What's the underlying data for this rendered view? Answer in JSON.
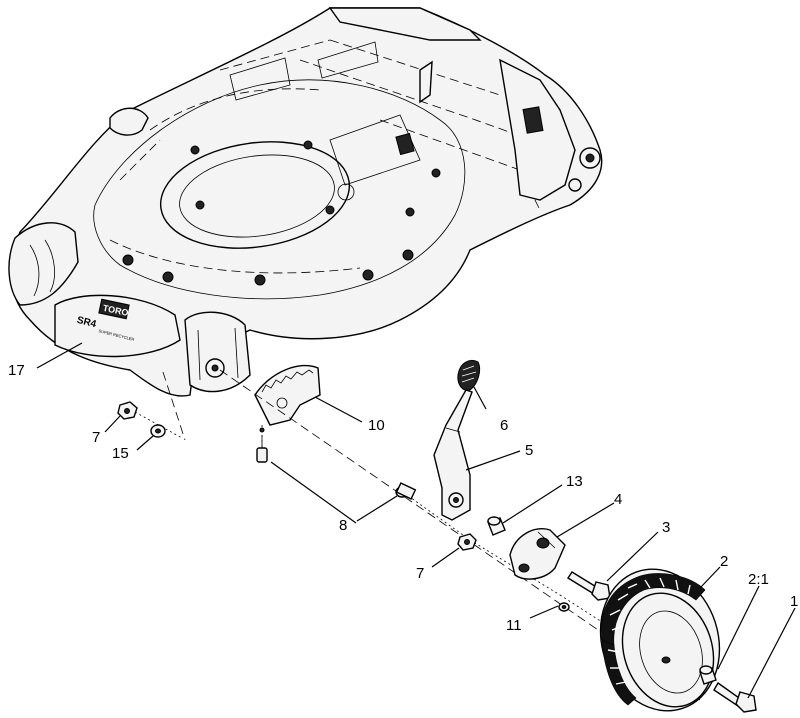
{
  "callouts": [
    {
      "id": "c17",
      "text": "17"
    },
    {
      "id": "c7a",
      "text": "7"
    },
    {
      "id": "c15",
      "text": "15"
    },
    {
      "id": "c10",
      "text": "10"
    },
    {
      "id": "c6",
      "text": "6"
    },
    {
      "id": "c5",
      "text": "5"
    },
    {
      "id": "c8",
      "text": "8"
    },
    {
      "id": "c13",
      "text": "13"
    },
    {
      "id": "c4",
      "text": "4"
    },
    {
      "id": "c3",
      "text": "3"
    },
    {
      "id": "c7b",
      "text": "7"
    },
    {
      "id": "c2",
      "text": "2"
    },
    {
      "id": "c21",
      "text": "2:1"
    },
    {
      "id": "c1",
      "text": "1"
    },
    {
      "id": "c11",
      "text": "11"
    }
  ],
  "brand": {
    "logo": "TORO",
    "model": "SR4",
    "decal_line": "SUPER RECYCLER"
  }
}
